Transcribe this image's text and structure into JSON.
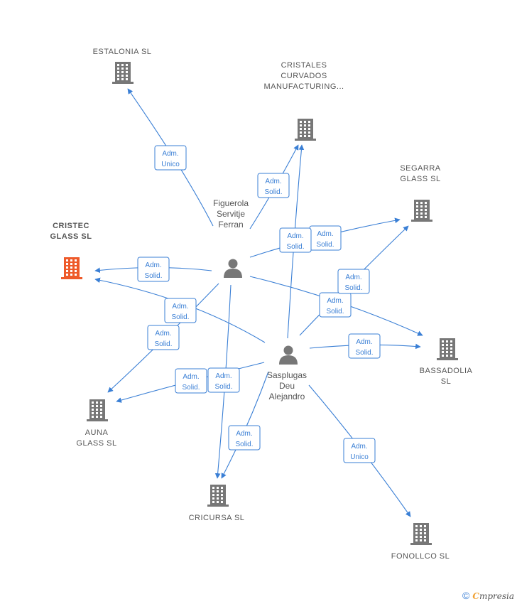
{
  "colors": {
    "edge": "#3a7fd5",
    "building": "#777777",
    "building_focus": "#ee5a2a",
    "person": "#777777",
    "label": "#555555"
  },
  "companies": [
    {
      "id": "estalonia",
      "lines": [
        "ESTALONIA  SL"
      ],
      "focus": false
    },
    {
      "id": "cristales",
      "lines": [
        "CRISTALES",
        "CURVADOS",
        "MANUFACTURING..."
      ],
      "focus": false
    },
    {
      "id": "segarra",
      "lines": [
        "SEGARRA",
        "GLASS  SL"
      ],
      "focus": false
    },
    {
      "id": "cristec",
      "lines": [
        "CRISTEC",
        "GLASS  SL"
      ],
      "focus": true
    },
    {
      "id": "bassadolia",
      "lines": [
        "BASSADOLIA",
        "SL"
      ],
      "focus": false
    },
    {
      "id": "auna",
      "lines": [
        "AUNA",
        "GLASS  SL"
      ],
      "focus": false
    },
    {
      "id": "cricursa",
      "lines": [
        "CRICURSA  SL"
      ],
      "focus": false
    },
    {
      "id": "fonollco",
      "lines": [
        "FONOLLCO  SL"
      ],
      "focus": false
    }
  ],
  "people": [
    {
      "id": "figuerola",
      "lines": [
        "Figuerola",
        "Servitje",
        "Ferran"
      ]
    },
    {
      "id": "sasplugas",
      "lines": [
        "Sasplugas",
        "Deu",
        "Alejandro"
      ]
    }
  ],
  "relations": [
    {
      "id": "fig-estalonia",
      "lines": [
        "Adm.",
        "Unico"
      ]
    },
    {
      "id": "fig-cristales",
      "lines": [
        "Adm.",
        "Solid."
      ]
    },
    {
      "id": "fig-segarra",
      "lines": [
        "Adm.",
        "Solid."
      ]
    },
    {
      "id": "fig-cristec",
      "lines": [
        "Adm.",
        "Solid."
      ]
    },
    {
      "id": "fig-bassadolia",
      "lines": [
        "Adm.",
        "Solid."
      ]
    },
    {
      "id": "fig-auna",
      "lines": [
        "Adm.",
        "Solid."
      ]
    },
    {
      "id": "fig-cricursa",
      "lines": [
        "Adm.",
        "Solid."
      ]
    },
    {
      "id": "sas-cristales",
      "lines": [
        "Adm.",
        "Solid."
      ]
    },
    {
      "id": "sas-segarra",
      "lines": [
        "Adm.",
        "Solid."
      ]
    },
    {
      "id": "sas-cristec",
      "lines": [
        "Adm.",
        "Solid."
      ]
    },
    {
      "id": "sas-bassadolia",
      "lines": [
        "Adm.",
        "Solid."
      ]
    },
    {
      "id": "sas-auna",
      "lines": [
        "Adm.",
        "Solid."
      ]
    },
    {
      "id": "sas-cricursa",
      "lines": [
        "Adm.",
        "Solid."
      ]
    },
    {
      "id": "sas-fonollco",
      "lines": [
        "Adm.",
        "Unico"
      ]
    }
  ],
  "footer": {
    "copyright": "©",
    "brand_initial": "C",
    "brand_rest": "mpresia"
  }
}
